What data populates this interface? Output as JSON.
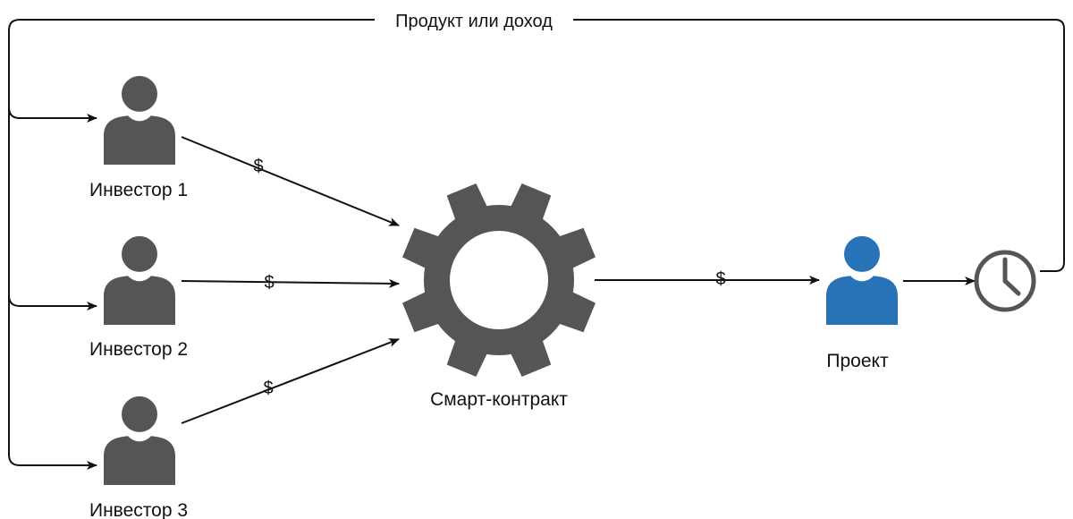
{
  "colors": {
    "investor": "#555555",
    "project": "#2872b8",
    "gear": "#555555",
    "clock": "#555555",
    "line": "#111111"
  },
  "nodes": {
    "investors": [
      {
        "label": "Инвестор 1",
        "icon": "person-icon"
      },
      {
        "label": "Инвестор 2",
        "icon": "person-icon"
      },
      {
        "label": "Инвестор 3",
        "icon": "person-icon"
      }
    ],
    "contract": {
      "label": "Смарт-контракт",
      "icon": "gear-icon"
    },
    "project": {
      "label": "Проект",
      "icon": "person-icon"
    },
    "timer": {
      "icon": "clock-icon"
    }
  },
  "edges": {
    "investor1_to_contract": "$",
    "investor2_to_contract": "$",
    "investor3_to_contract": "$",
    "contract_to_project": "$",
    "return_loop": "Продукт или доход"
  }
}
